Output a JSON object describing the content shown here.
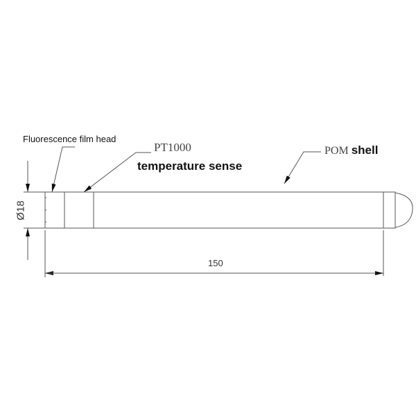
{
  "labels": {
    "fluorescence": "Fluorescence film head",
    "pt1000": "PT1000",
    "temperature": "temperature sense",
    "pom": "POM",
    "shell": "shell"
  },
  "dimensions": {
    "length": "150",
    "diameter": "Ø18"
  },
  "colors": {
    "line": "#555555"
  }
}
